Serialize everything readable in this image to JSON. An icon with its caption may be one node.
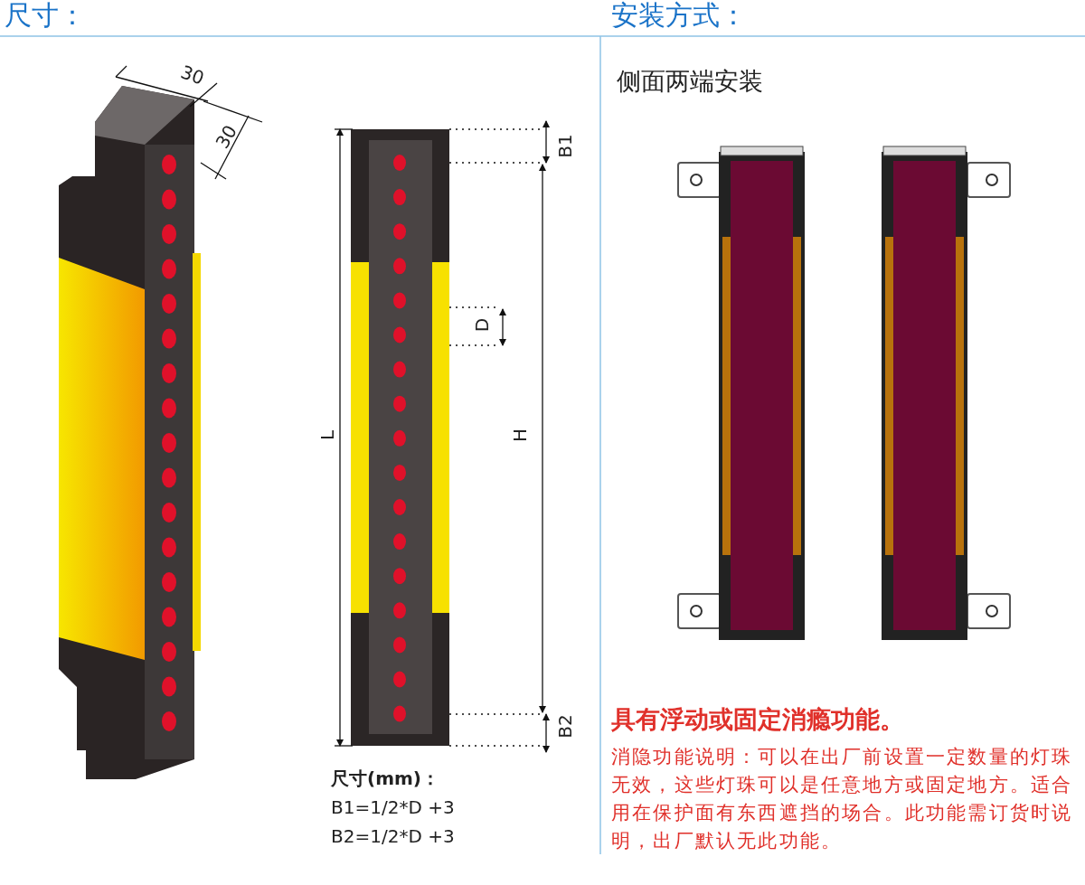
{
  "diagram": {
    "labels": [
      "尺寸：",
      "安装方式：",
      "30",
      "30",
      "B1",
      "D",
      "L",
      "H",
      "B2",
      "尺寸(mm)：",
      "B1=1/2*D +3",
      "B2=1/2*D +3",
      "侧面两端安装",
      "具有浮动或固定消瘾功能。",
      "消隐功能说明：可以在出厂前设置一定数量的灯珠无效，这些灯珠可以是任意地方或固定地方。适合用在保护面有东西遮挡的场合。此功能需订货时说明，出厂默认无此功能。"
    ]
  }
}
